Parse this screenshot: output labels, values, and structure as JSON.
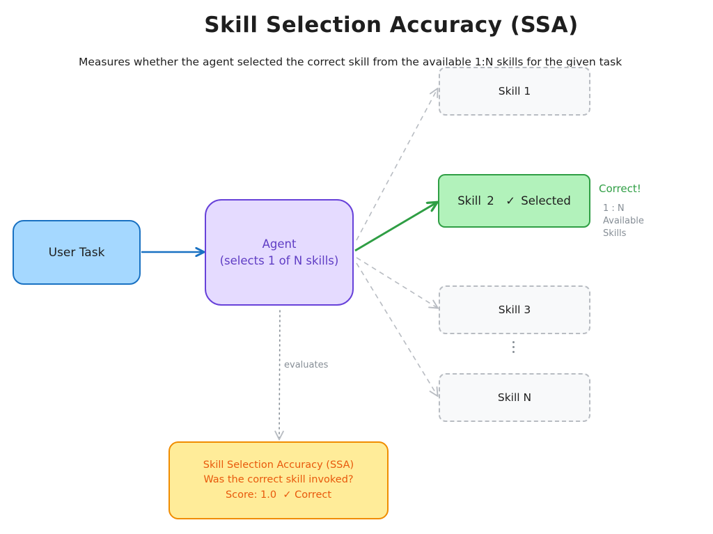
{
  "title": "Skill Selection Accuracy (SSA)",
  "subtitle": "Measures whether the agent selected the correct skill from the available 1:N skills for the given task",
  "nodes": {
    "user_task": "User Task",
    "agent_line1": "Agent",
    "agent_line2": "(selects 1 of N skills)",
    "skill_1": "Skill 1",
    "skill_2": "Skill 2  ✓ Selected",
    "skill_3": "Skill 3",
    "skill_n": "Skill N",
    "ssa_line1": "Skill Selection Accuracy (SSA)",
    "ssa_line2": "Was the correct skill invoked?",
    "ssa_line3": "Score: 1.0  ✓ Correct"
  },
  "annotations": {
    "correct": "Correct!",
    "ratio": "1 : N",
    "available": "Available",
    "skills": "Skills",
    "evaluates": "evaluates"
  },
  "colors": {
    "user_task_fill": "#a5d8ff",
    "user_task_stroke": "#1971c2",
    "agent_fill": "#e5dbff",
    "agent_stroke": "#6741d9",
    "selected_fill": "#b2f2bb",
    "selected_stroke": "#2f9e44",
    "skill_fill": "#f8f9fa",
    "skill_stroke": "#b8bcc2",
    "ssa_fill": "#ffec99",
    "ssa_stroke": "#f08c00",
    "ssa_text": "#e8590c"
  }
}
